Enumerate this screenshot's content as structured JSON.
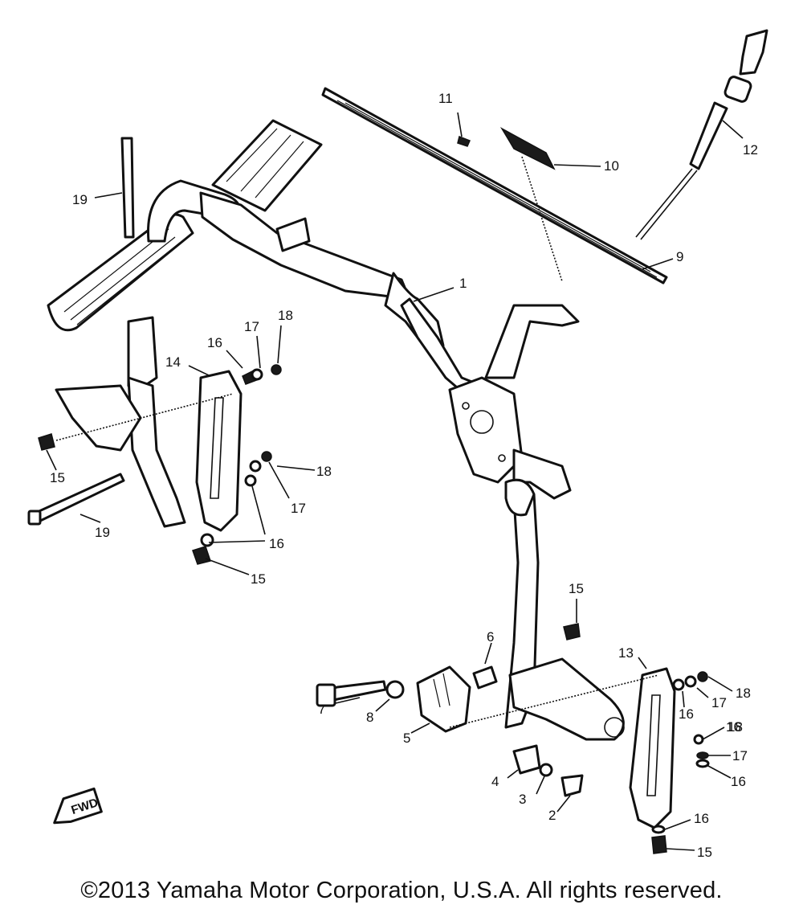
{
  "callouts": [
    {
      "id": "c1",
      "label": "1"
    },
    {
      "id": "c2",
      "label": "2"
    },
    {
      "id": "c3",
      "label": "3"
    },
    {
      "id": "c4",
      "label": "4"
    },
    {
      "id": "c5",
      "label": "5"
    },
    {
      "id": "c6",
      "label": "6"
    },
    {
      "id": "c7",
      "label": "7"
    },
    {
      "id": "c8",
      "label": "8"
    },
    {
      "id": "c9",
      "label": "9"
    },
    {
      "id": "c10",
      "label": "10"
    },
    {
      "id": "c11",
      "label": "11"
    },
    {
      "id": "c12",
      "label": "12"
    },
    {
      "id": "c13",
      "label": "13"
    },
    {
      "id": "c14",
      "label": "14"
    },
    {
      "id": "c15a",
      "label": "15"
    },
    {
      "id": "c15b",
      "label": "15"
    },
    {
      "id": "c15c",
      "label": "15"
    },
    {
      "id": "c15d",
      "label": "15"
    },
    {
      "id": "c16a",
      "label": "16"
    },
    {
      "id": "c16b",
      "label": "16"
    },
    {
      "id": "c16c",
      "label": "16"
    },
    {
      "id": "c16d",
      "label": "16"
    },
    {
      "id": "c16e",
      "label": "16"
    },
    {
      "id": "c16f",
      "label": "16"
    },
    {
      "id": "c17a",
      "label": "17"
    },
    {
      "id": "c17b",
      "label": "17"
    },
    {
      "id": "c17c",
      "label": "17"
    },
    {
      "id": "c17d",
      "label": "17"
    },
    {
      "id": "c18a",
      "label": "18"
    },
    {
      "id": "c18b",
      "label": "18"
    },
    {
      "id": "c18c",
      "label": "18"
    },
    {
      "id": "c18d",
      "label": "18"
    },
    {
      "id": "c19a",
      "label": "19"
    },
    {
      "id": "c19b",
      "label": "19"
    }
  ],
  "fwd_badge": "FWD",
  "copyright": "©2013 Yamaha Motor Corporation, U.S.A. All rights reserved."
}
